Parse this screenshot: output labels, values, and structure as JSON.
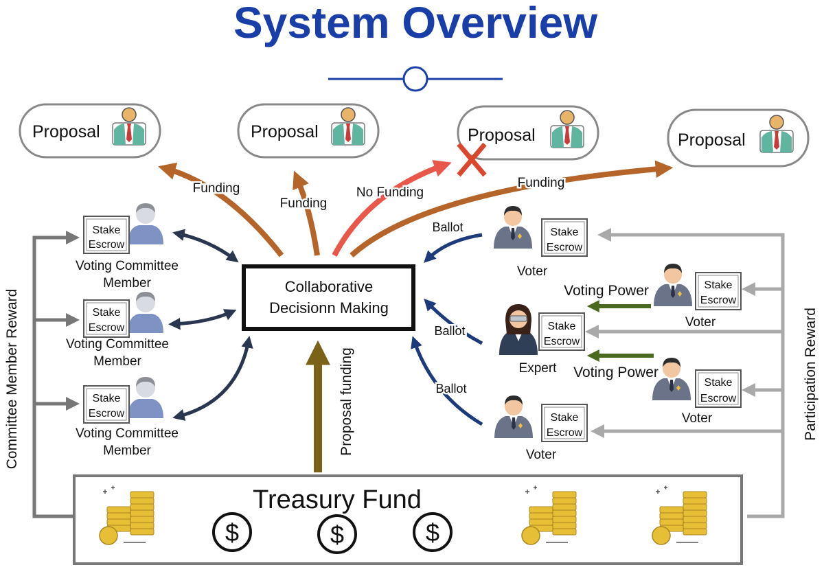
{
  "title": "System Overview",
  "proposals": [
    "Proposal",
    "Proposal",
    "Proposal",
    "Proposal"
  ],
  "funding_labels": [
    "Funding",
    "Funding",
    "No Funding",
    "Funding"
  ],
  "center_box": [
    "Collaborative",
    "Decisionn Making"
  ],
  "escrow": [
    "Stake",
    "Escrow"
  ],
  "committee_label": [
    "Voting Committee",
    "Member"
  ],
  "voter_label": "Voter",
  "expert_label": "Expert",
  "ballot_label": "Ballot",
  "voting_power_label": "Voting Power",
  "proposal_funding_label": "Proposal funding",
  "treasury_label": "Treasury Fund",
  "committee_reward_label": "Committee Member Reward",
  "participation_reward_label": "Participation Reward",
  "dollar_symbol": "$",
  "colors": {
    "title": "#1a3ea8",
    "funding_arrow": "#b5652a",
    "no_funding_arrow": "#e8574a",
    "cross": "#d9472e",
    "ballot_arrow": "#1d3b7a",
    "double_arrow": "#2a3550",
    "green_arrow": "#4a6b1f",
    "gray_line": "#a9a9a9",
    "dark_gray_line": "#777777",
    "treasury_arrow": "#7a6218",
    "coin": "#e7bf37"
  }
}
